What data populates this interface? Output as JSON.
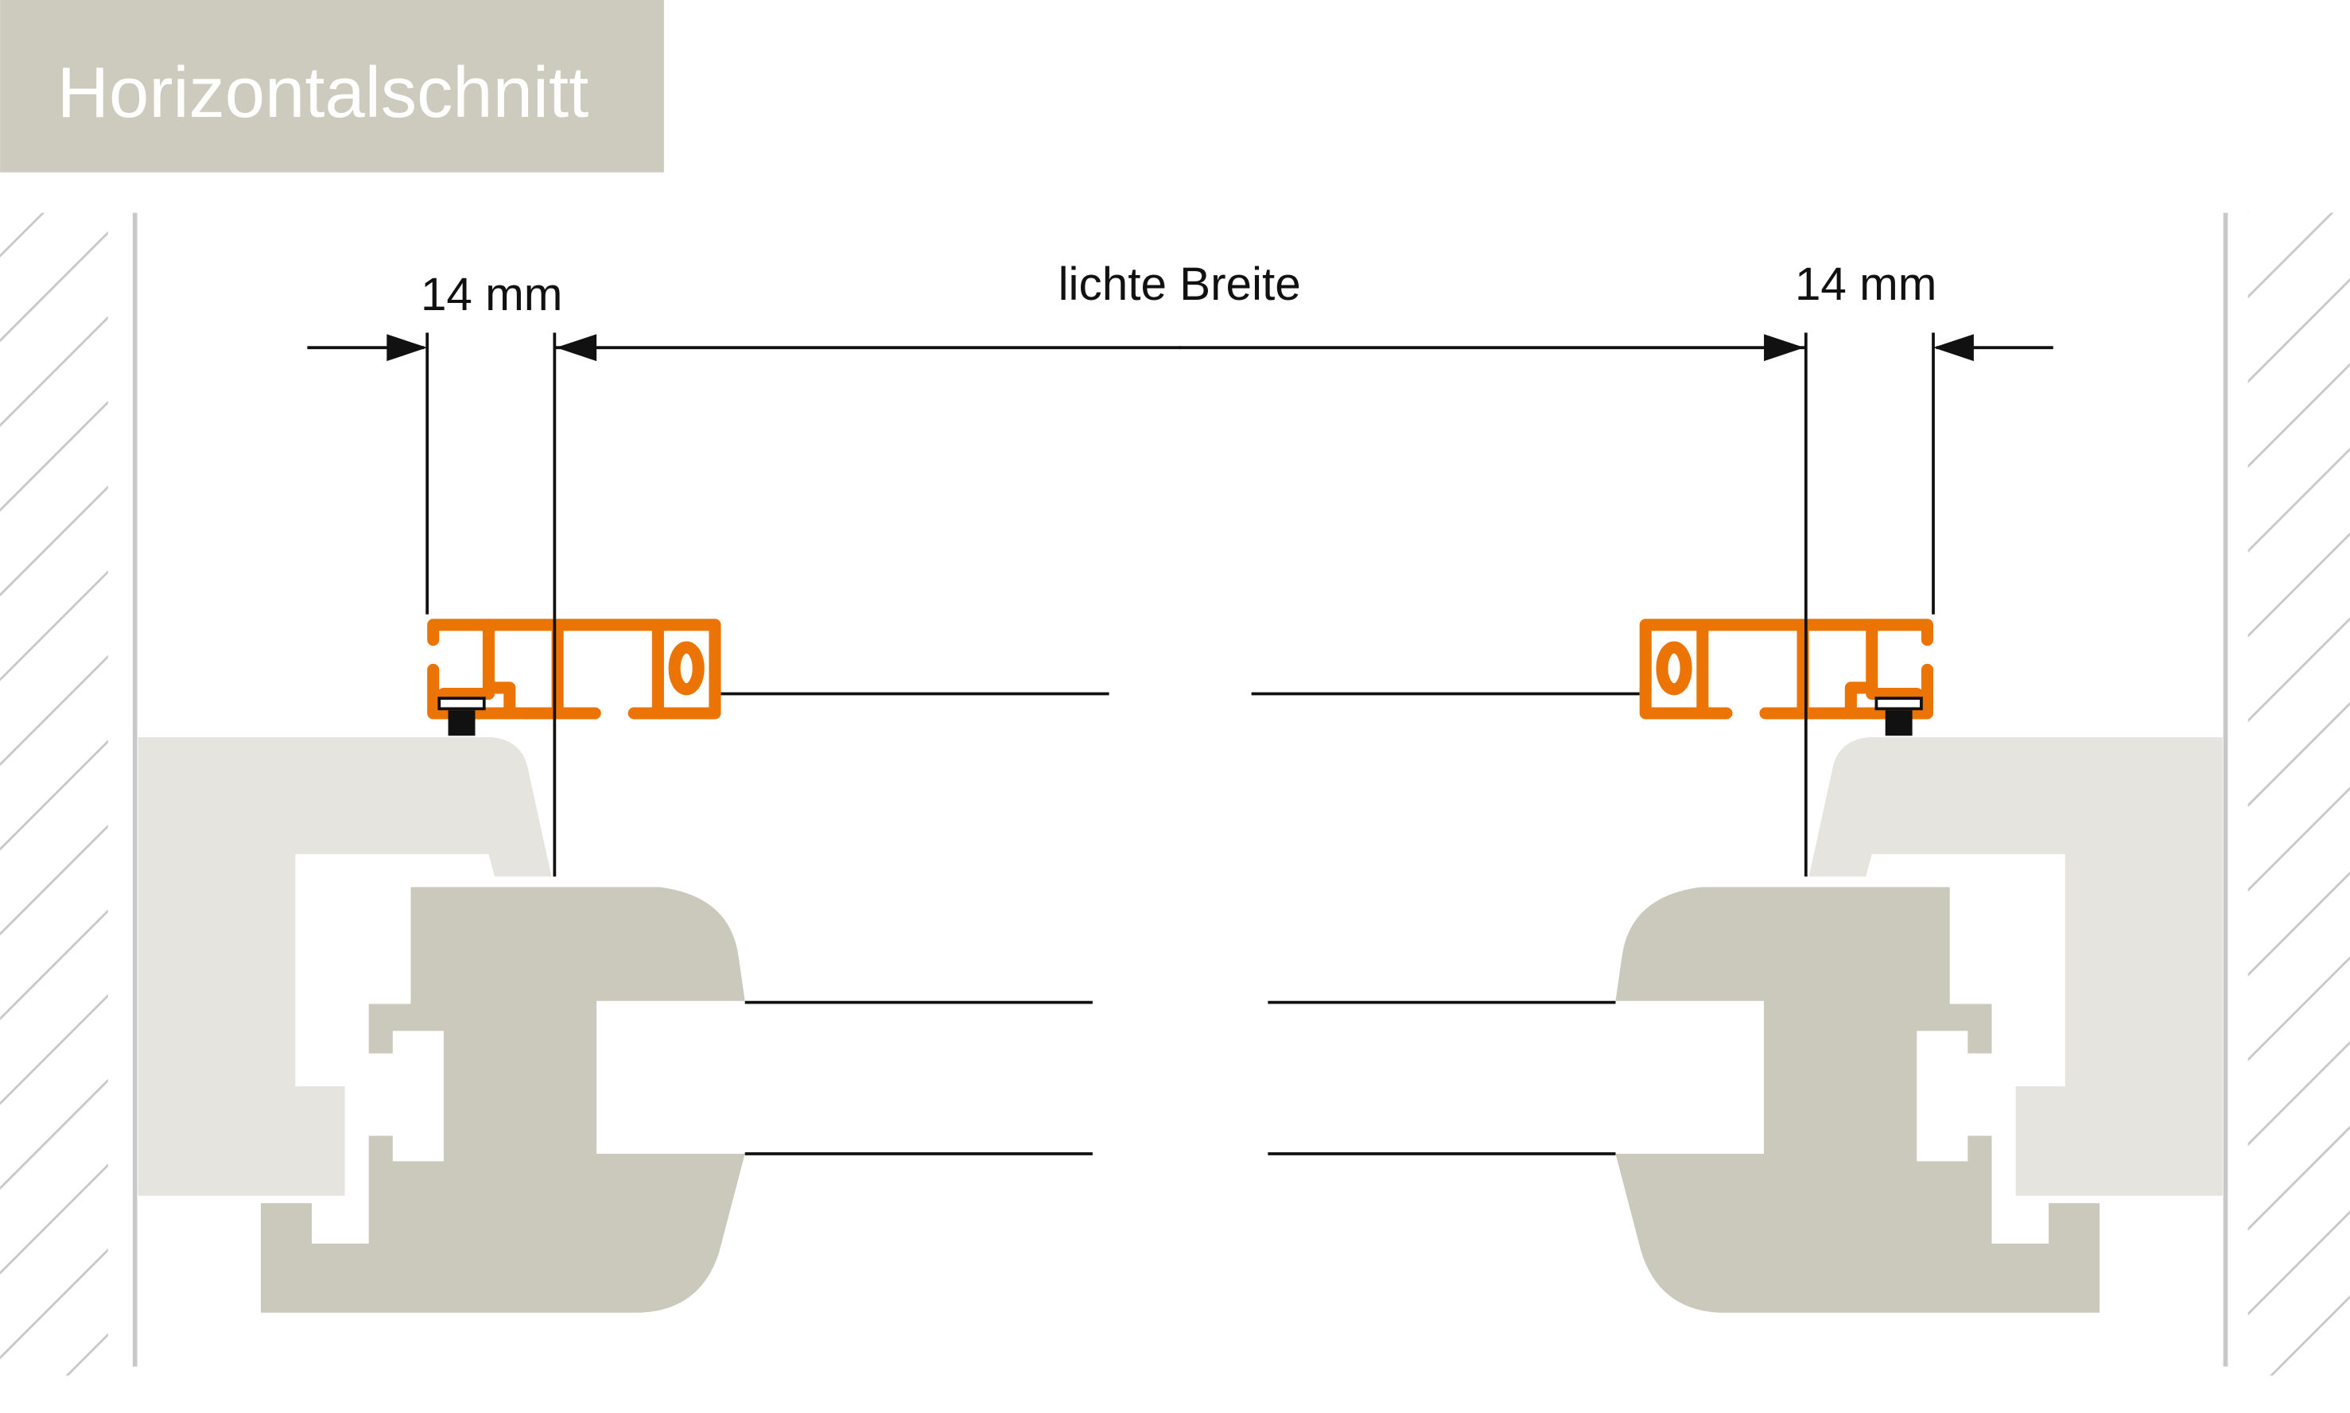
{
  "title": "Horizontalschnitt",
  "dimensions": {
    "left_offset": "14 mm",
    "clear_width": "lichte Breite",
    "right_offset": "14 mm"
  },
  "colors": {
    "title_bg": "#cdcbbd",
    "profile_orange": "#ec7404",
    "frame_light": "#e6e4df",
    "sash": "#cbc9bb",
    "hatch": "#c8c8c8"
  }
}
